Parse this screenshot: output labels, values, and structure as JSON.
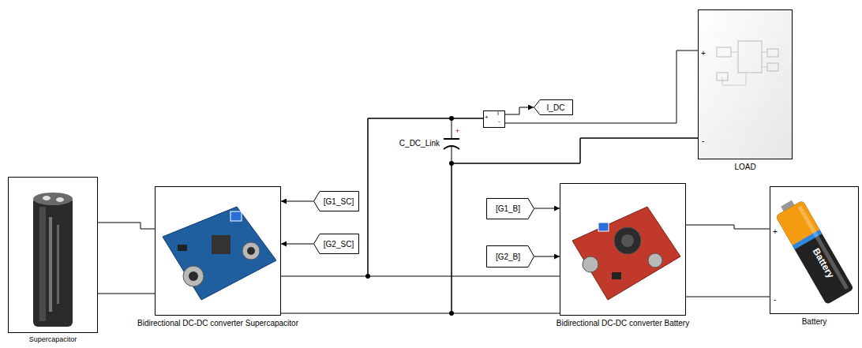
{
  "diagram": {
    "nodes": [
      {
        "text": [
          "Supercapacitor"
        ]
      },
      {
        "text": [
          "Bidirectional DC-DC converter Supercapacitor"
        ]
      },
      {
        "text": [
          "[G1_SC]"
        ]
      },
      {
        "text": [
          "[G2_SC]"
        ]
      },
      {
        "text": [
          "+",
          "i",
          "-"
        ]
      },
      {
        "text": [
          "I_DC"
        ]
      },
      {
        "text": [
          "LOAD"
        ]
      },
      {
        "text": [
          "[G1_B]"
        ]
      },
      {
        "text": [
          "[G2_B]"
        ]
      },
      {
        "text": [
          "Bidirectional DC-DC converter Battery"
        ]
      },
      {
        "text": [
          "Battery"
        ]
      }
    ],
    "edges": [
      {
        "from": 0,
        "to": 1,
        "arrow": "none"
      },
      {
        "from": 0,
        "to": 1,
        "arrow": "none"
      },
      {
        "from": 2,
        "to": 1,
        "arrow": "to"
      },
      {
        "from": 3,
        "to": 1,
        "arrow": "to"
      },
      {
        "from": 1,
        "to": 4,
        "arrow": "none"
      },
      {
        "from": 9,
        "to": 4,
        "arrow": "none"
      },
      {
        "from": 4,
        "to": 6,
        "arrow": "none"
      },
      {
        "from": 4,
        "to": 5,
        "arrow": "to"
      },
      {
        "from": 1,
        "to": 6,
        "arrow": "none"
      },
      {
        "from": 9,
        "to": 6,
        "arrow": "none"
      },
      {
        "from": 7,
        "to": 9,
        "arrow": "to"
      },
      {
        "from": 8,
        "to": 9,
        "arrow": "to"
      },
      {
        "from": 9,
        "to": 10,
        "arrow": "none"
      },
      {
        "from": 9,
        "to": 10,
        "arrow": "none"
      }
    ],
    "labels": [
      "C_DC_Link",
      "+",
      "+",
      "-",
      "+",
      "-",
      "Battery"
    ]
  }
}
